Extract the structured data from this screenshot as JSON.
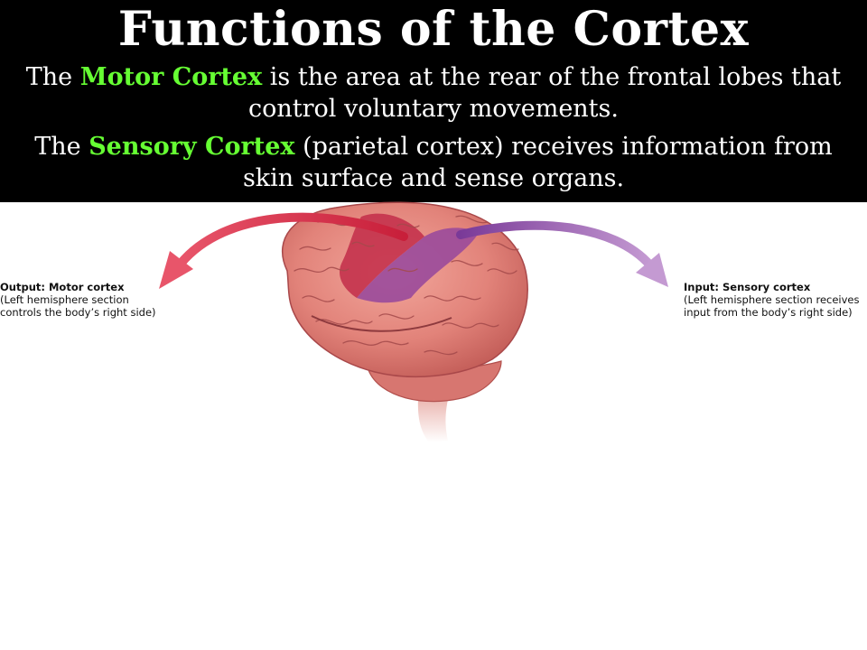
{
  "slide": {
    "title": "Functions of the Cortex",
    "p1": {
      "prefix": "The ",
      "term": "Motor Cortex",
      "rest_line1": " is the area at the rear of the frontal lobes that",
      "rest_line2": "control voluntary movements."
    },
    "p2": {
      "prefix": "The ",
      "term": "Sensory Cortex",
      "rest_line1": " (parietal cortex) receives information from",
      "rest_line2": "skin surface and sense organs."
    },
    "highlight_color": "#66ff33"
  },
  "figure": {
    "left_label": {
      "title": "Output: Motor cortex",
      "line2": "(Left hemisphere section",
      "line3": "controls the body’s right side)"
    },
    "right_label": {
      "title": "Input: Sensory cortex",
      "line2": "(Left hemisphere section receives",
      "line3": "input from the body’s right side)"
    },
    "colors": {
      "motor_arrow": "#d8253f",
      "sensory_arrow": "#8e4aa4",
      "brain": "#e2837a"
    }
  }
}
